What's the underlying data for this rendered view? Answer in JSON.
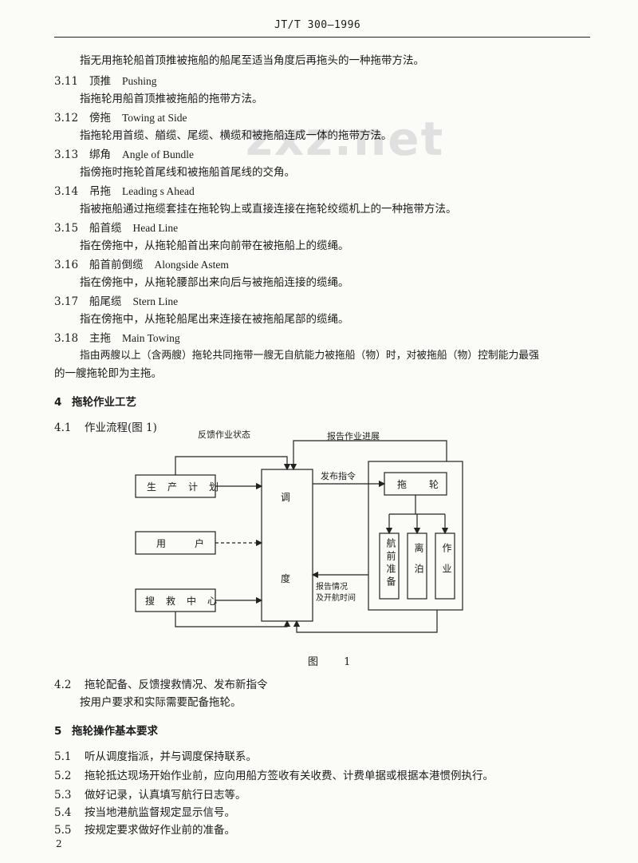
{
  "header": {
    "code": "JT/T  300—1996"
  },
  "watermark": "zxz.net",
  "intro_line": "指无用拖轮船首顶推被拖船的船尾至适当角度后再拖头的一种拖带方法。",
  "terms": [
    {
      "num": "3.11",
      "zh": "顶推",
      "en": "Pushing",
      "def": "指拖轮用船首顶推被拖船的拖带方法。"
    },
    {
      "num": "3.12",
      "zh": "傍拖",
      "en": "Towing at Side",
      "def": "指拖轮用首缆、艏缆、尾缆、横缆和被拖船连成一体的拖带方法。"
    },
    {
      "num": "3.13",
      "zh": "绑角",
      "en": "Angle of Bundle",
      "def": "指傍拖时拖轮首尾线和被拖船首尾线的交角。"
    },
    {
      "num": "3.14",
      "zh": "吊拖",
      "en": "Leading s Ahead",
      "def": "指被拖船通过拖缆套挂在拖轮钩上或直接连接在拖轮绞缆机上的一种拖带方法。"
    },
    {
      "num": "3.15",
      "zh": "船首缆",
      "en": "Head Line",
      "def": "指在傍拖中，从拖轮船首出来向前带在被拖船上的缆绳。"
    },
    {
      "num": "3.16",
      "zh": "船首前倒缆",
      "en": "Alongside Astem",
      "def": "指在傍拖中，从拖轮腰部出来向后与被拖船连接的缆绳。"
    },
    {
      "num": "3.17",
      "zh": "船尾缆",
      "en": "Stern Line",
      "def": "指在傍拖中，从拖轮船尾出来连接在被拖船尾部的缆绳。"
    },
    {
      "num": "3.18",
      "zh": "主拖",
      "en": "Main Towing",
      "def": "指由两艘以上（含两艘）拖轮共同拖带一艘无自航能力被拖船（物）时，对被拖船（物）控制能力最强"
    }
  ],
  "term_318_cont": "的一艘拖轮即为主拖。",
  "section4": {
    "num": "4",
    "title": "拖轮作业工艺"
  },
  "s41": {
    "num": "4.1",
    "title": "作业流程(图 1)"
  },
  "diagram": {
    "top_left_label": "反馈作业状态",
    "top_right_label": "报告作业进展",
    "left_boxes": [
      "生产计划",
      "用户",
      "搜救中心"
    ],
    "center_box": [
      "调",
      "度"
    ],
    "command_label": "发布指令",
    "report_label": [
      "报告情况",
      "及开航时间"
    ],
    "right_top_box": [
      "拖",
      "轮"
    ],
    "right_sub_boxes": [
      "航前准备",
      "离泊",
      "作业"
    ]
  },
  "figure_caption": "图 1",
  "s42": {
    "num": "4.2",
    "title": "拖轮配备、反馈搜救情况、发布新指令"
  },
  "s42_body": "按用户要求和实际需要配备拖轮。",
  "section5": {
    "num": "5",
    "title": "拖轮操作基本要求"
  },
  "s5_items": [
    {
      "num": "5.1",
      "text": "听从调度指派，并与调度保持联系。"
    },
    {
      "num": "5.2",
      "text": "拖轮抵达现场开始作业前，应向用船方签收有关收费、计费单据或根据本港惯例执行。"
    },
    {
      "num": "5.3",
      "text": "做好记录，认真填写航行日志等。"
    },
    {
      "num": "5.4",
      "text": "按当地港航监督规定显示信号。"
    },
    {
      "num": "5.5",
      "text": "按规定要求做好作业前的准备。"
    }
  ],
  "page_number": "2"
}
